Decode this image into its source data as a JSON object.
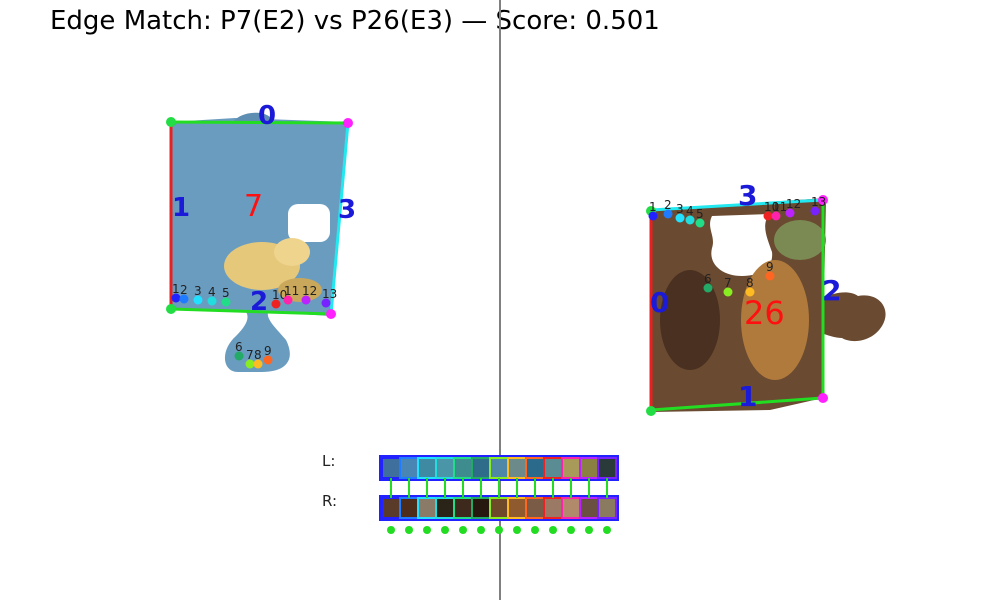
{
  "title": "Edge Match: P7(E2) vs P26(E3) — Score: 0.501",
  "colors": {
    "divider": "#808080",
    "edge_red": "#e82020",
    "edge_green": "#22dd22",
    "edge_cyan": "#22e8f0",
    "corner_green": "#22dd44",
    "corner_magenta": "#ff22ff",
    "label_blue": "#1a1ad8",
    "label_red": "#ff1010",
    "link_green": "#22dd22"
  },
  "left_piece": {
    "id_label": "7",
    "edge_labels": [
      "0",
      "1",
      "2",
      "3"
    ],
    "bottom_points": [
      "1",
      "2",
      "3",
      "4",
      "5",
      "6",
      "7",
      "8",
      "9",
      "10",
      "11",
      "12",
      "13"
    ]
  },
  "right_piece": {
    "id_label": "26",
    "edge_labels": [
      "0",
      "1",
      "2",
      "3"
    ],
    "top_points": [
      "1",
      "2",
      "3",
      "4",
      "5",
      "6",
      "7",
      "8",
      "9",
      "10",
      "11",
      "12",
      "13"
    ]
  },
  "strips": {
    "left_label": "L:",
    "right_label": "R:",
    "left_colors": [
      "#3f6f9c",
      "#4a86b4",
      "#3e8aa2",
      "#4a96a8",
      "#3e8c8e",
      "#2f6c8a",
      "#4f88a6",
      "#6c8a8a",
      "#2c6a8c",
      "#5a8c94",
      "#a89a58",
      "#8a8042",
      "#2a3a3a"
    ],
    "left_borders": [
      "#2222ff",
      "#1f7bff",
      "#22e0ff",
      "#22dddd",
      "#22dd88",
      "#22aa66",
      "#88ee22",
      "#ffbb22",
      "#ff6622",
      "#ee2222",
      "#ff22aa",
      "#bb22ff",
      "#7722ff"
    ],
    "right_colors": [
      "#5a3a28",
      "#4e2c1a",
      "#8a7a68",
      "#2a2418",
      "#3e2a1c",
      "#26180e",
      "#6e4a2a",
      "#8e5a2e",
      "#7a5c46",
      "#9a7a64",
      "#b08a6a",
      "#6a5040",
      "#8a7a60"
    ],
    "right_borders": [
      "#2222ff",
      "#1f7bff",
      "#22e0ff",
      "#22dddd",
      "#22dd88",
      "#22aa66",
      "#88ee22",
      "#ffbb22",
      "#ff6622",
      "#ee2222",
      "#ff22aa",
      "#bb22ff",
      "#7722ff"
    ]
  }
}
